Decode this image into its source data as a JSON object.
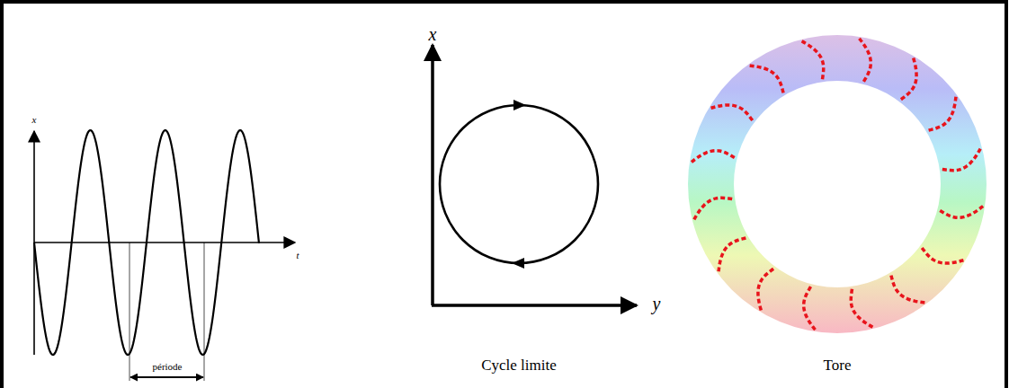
{
  "diagram": {
    "labels": [
      "x",
      "t",
      "période",
      "x",
      "y",
      "Cycle limite",
      "Tore"
    ]
  }
}
